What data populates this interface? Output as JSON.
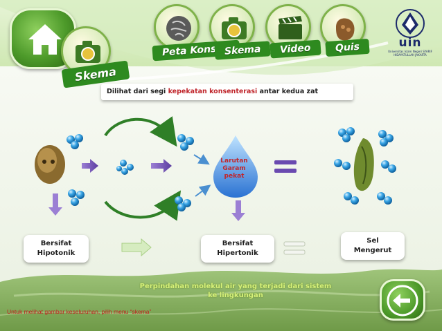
{
  "nav": {
    "items": [
      {
        "label": "Peta Konsep",
        "icon": "brain-icon"
      },
      {
        "label": "Skema",
        "icon": "camera-icon"
      },
      {
        "label": "Video",
        "icon": "clapperboard-icon"
      },
      {
        "label": "Quis",
        "icon": "hand-icon"
      }
    ],
    "home_icon": "home-icon"
  },
  "section": {
    "title": "Skema",
    "icon": "camera-icon"
  },
  "logo": {
    "text": "uin",
    "caption": "Universitas Islam Negeri SYARIF HIDAYATULLAH JAKARTA"
  },
  "subtitle": {
    "prefix": "Dilihat dari segi ",
    "highlight": "kepekatan konsenterasi",
    "suffix": " antar kedua zat"
  },
  "diagram": {
    "drop_label_lines": [
      "Larutan",
      "Garam",
      "pekat"
    ],
    "boxes": {
      "left": [
        "Bersifat",
        "Hipotonik"
      ],
      "middle": [
        "Bersifat",
        "Hipertonik"
      ],
      "right": [
        "Sel",
        "Mengerut"
      ]
    }
  },
  "description": "Perpindahan molekul air yang terjadi  dari sistem ke lingkungan",
  "footer_note": "Untuk melihat gambar keseluruhan, pilih menu “skema”",
  "colors": {
    "primary_green": "#2e8a1f",
    "highlight_red": "#c0262c",
    "arrow_purple": "#7a57b8",
    "molecule_blue": "#2a8fd6"
  }
}
